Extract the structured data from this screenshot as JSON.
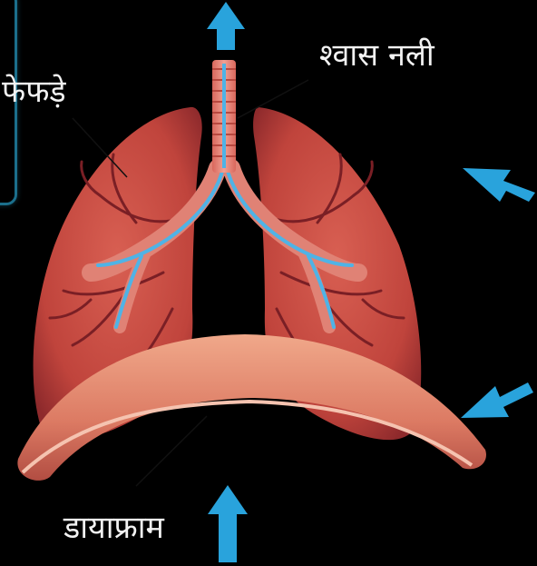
{
  "labels": {
    "trachea": "श्वास नली",
    "lungs": "फेफड़े",
    "diaphragm": "डायाफ्राम"
  },
  "colors": {
    "background": "#000000",
    "arrow": "#29a3dc",
    "lung": "#c4493f",
    "lung_dark": "#8f2a2c",
    "diaphragm": "#e0826c",
    "airway": "#4fb3e6"
  }
}
